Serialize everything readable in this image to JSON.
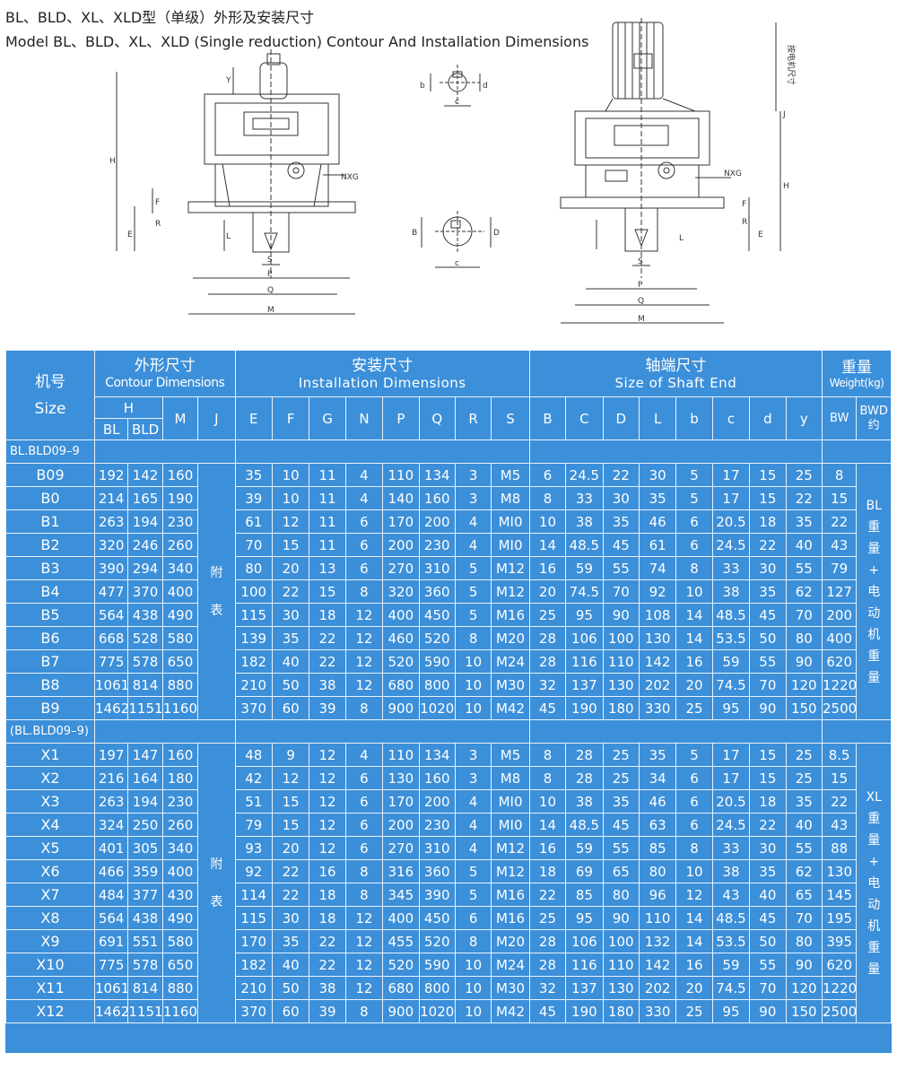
{
  "title_cn": "BL、BLD、XL、XLD型（单级）外形及安装尺寸",
  "title_en": "Model BL、BLD、XL、XLD (Single reduction) Contour And Installation Dimensions",
  "drawings": {
    "left": {
      "labels": {
        "H": "H",
        "Y": "Y",
        "F": "F",
        "R": "R",
        "E": "E",
        "L": "L",
        "S": "S",
        "P": "P",
        "Q": "Q",
        "M": "M",
        "NXG": "NXG"
      }
    },
    "shaft_top": {
      "labels": {
        "b": "b",
        "d": "d",
        "c": "c"
      }
    },
    "shaft_bottom": {
      "labels": {
        "B": "B",
        "D": "D",
        "c": "c"
      }
    },
    "right": {
      "labels": {
        "motor": "按电机尺寸",
        "J": "J",
        "H": "H",
        "NXG": "NXG",
        "R": "R",
        "E": "E",
        "F": "F",
        "L": "L",
        "S": "S",
        "P": "P",
        "Q": "Q",
        "M": "M"
      }
    }
  },
  "table": {
    "header": {
      "size_cn": "机号",
      "size_en": "Size",
      "contour_cn": "外形尺寸",
      "contour_en": "Contour Dimensions",
      "install_cn": "安装尺寸",
      "install_en": "Installation Dimensions",
      "shaft_cn": "轴端尺寸",
      "shaft_en": "Size of Shaft End",
      "weight_cn": "重量",
      "weight_en": "Weight(kg)",
      "H": "H",
      "BL": "BL",
      "BLD": "BLD",
      "M": "M",
      "J": "J",
      "install_cols": [
        "E",
        "F",
        "G",
        "N",
        "P",
        "Q",
        "R",
        "S"
      ],
      "shaft_cols": [
        "B",
        "C",
        "D",
        "L",
        "b",
        "c",
        "d",
        "y"
      ],
      "BW": "BW",
      "BWD_1": "BWD",
      "BWD_2": "约"
    },
    "section1_label": "BL.BLD09–9",
    "section2_label": "(BL.BLD09–9)",
    "j_note": [
      "附",
      "表"
    ],
    "side1": [
      "BL",
      "重",
      "量",
      "+",
      "电",
      "动",
      "机",
      "重",
      "量"
    ],
    "side2": [
      "XL",
      "重",
      "量",
      "+",
      "电",
      "动",
      "机",
      "重",
      "量"
    ],
    "rows1": [
      [
        "B09",
        "192",
        "142",
        "160",
        "35",
        "10",
        "11",
        "4",
        "110",
        "134",
        "3",
        "M5",
        "6",
        "24.5",
        "22",
        "30",
        "5",
        "17",
        "15",
        "25",
        "8"
      ],
      [
        "B0",
        "214",
        "165",
        "190",
        "39",
        "10",
        "11",
        "4",
        "140",
        "160",
        "3",
        "M8",
        "8",
        "33",
        "30",
        "35",
        "5",
        "17",
        "15",
        "22",
        "15"
      ],
      [
        "B1",
        "263",
        "194",
        "230",
        "61",
        "12",
        "11",
        "6",
        "170",
        "200",
        "4",
        "MI0",
        "10",
        "38",
        "35",
        "46",
        "6",
        "20.5",
        "18",
        "35",
        "22"
      ],
      [
        "B2",
        "320",
        "246",
        "260",
        "70",
        "15",
        "11",
        "6",
        "200",
        "230",
        "4",
        "MI0",
        "14",
        "48.5",
        "45",
        "61",
        "6",
        "24.5",
        "22",
        "40",
        "43"
      ],
      [
        "B3",
        "390",
        "294",
        "340",
        "80",
        "20",
        "13",
        "6",
        "270",
        "310",
        "5",
        "M12",
        "16",
        "59",
        "55",
        "74",
        "8",
        "33",
        "30",
        "55",
        "79"
      ],
      [
        "B4",
        "477",
        "370",
        "400",
        "100",
        "22",
        "15",
        "8",
        "320",
        "360",
        "5",
        "M12",
        "20",
        "74.5",
        "70",
        "92",
        "10",
        "38",
        "35",
        "62",
        "127"
      ],
      [
        "B5",
        "564",
        "438",
        "490",
        "115",
        "30",
        "18",
        "12",
        "400",
        "450",
        "5",
        "M16",
        "25",
        "95",
        "90",
        "108",
        "14",
        "48.5",
        "45",
        "70",
        "200"
      ],
      [
        "B6",
        "668",
        "528",
        "580",
        "139",
        "35",
        "22",
        "12",
        "460",
        "520",
        "8",
        "M20",
        "28",
        "106",
        "100",
        "130",
        "14",
        "53.5",
        "50",
        "80",
        "400"
      ],
      [
        "B7",
        "775",
        "578",
        "650",
        "182",
        "40",
        "22",
        "12",
        "520",
        "590",
        "10",
        "M24",
        "28",
        "116",
        "110",
        "142",
        "16",
        "59",
        "55",
        "90",
        "620"
      ],
      [
        "B8",
        "1061",
        "814",
        "880",
        "210",
        "50",
        "38",
        "12",
        "680",
        "800",
        "10",
        "M30",
        "32",
        "137",
        "130",
        "202",
        "20",
        "74.5",
        "70",
        "120",
        "1220"
      ],
      [
        "B9",
        "1462",
        "1151",
        "1160",
        "370",
        "60",
        "39",
        "8",
        "900",
        "1020",
        "10",
        "M42",
        "45",
        "190",
        "180",
        "330",
        "25",
        "95",
        "90",
        "150",
        "2500"
      ]
    ],
    "rows2": [
      [
        "X1",
        "197",
        "147",
        "160",
        "48",
        "9",
        "12",
        "4",
        "110",
        "134",
        "3",
        "M5",
        "8",
        "28",
        "25",
        "35",
        "5",
        "17",
        "15",
        "25",
        "8.5"
      ],
      [
        "X2",
        "216",
        "164",
        "180",
        "42",
        "12",
        "12",
        "6",
        "130",
        "160",
        "3",
        "M8",
        "8",
        "28",
        "25",
        "34",
        "6",
        "17",
        "15",
        "25",
        "15"
      ],
      [
        "X3",
        "263",
        "194",
        "230",
        "51",
        "15",
        "12",
        "6",
        "170",
        "200",
        "4",
        "MI0",
        "10",
        "38",
        "35",
        "46",
        "6",
        "20.5",
        "18",
        "35",
        "22"
      ],
      [
        "X4",
        "324",
        "250",
        "260",
        "79",
        "15",
        "12",
        "6",
        "200",
        "230",
        "4",
        "MI0",
        "14",
        "48.5",
        "45",
        "63",
        "6",
        "24.5",
        "22",
        "40",
        "43"
      ],
      [
        "X5",
        "401",
        "305",
        "340",
        "93",
        "20",
        "12",
        "6",
        "270",
        "310",
        "4",
        "M12",
        "16",
        "59",
        "55",
        "85",
        "8",
        "33",
        "30",
        "55",
        "88"
      ],
      [
        "X6",
        "466",
        "359",
        "400",
        "92",
        "22",
        "16",
        "8",
        "316",
        "360",
        "5",
        "M12",
        "18",
        "69",
        "65",
        "80",
        "10",
        "38",
        "35",
        "62",
        "130"
      ],
      [
        "X7",
        "484",
        "377",
        "430",
        "114",
        "22",
        "18",
        "8",
        "345",
        "390",
        "5",
        "M16",
        "22",
        "85",
        "80",
        "96",
        "12",
        "43",
        "40",
        "65",
        "145"
      ],
      [
        "X8",
        "564",
        "438",
        "490",
        "115",
        "30",
        "18",
        "12",
        "400",
        "450",
        "6",
        "M16",
        "25",
        "95",
        "90",
        "110",
        "14",
        "48.5",
        "45",
        "70",
        "195"
      ],
      [
        "X9",
        "691",
        "551",
        "580",
        "170",
        "35",
        "22",
        "12",
        "455",
        "520",
        "8",
        "M20",
        "28",
        "106",
        "100",
        "132",
        "14",
        "53.5",
        "50",
        "80",
        "395"
      ],
      [
        "X10",
        "775",
        "578",
        "650",
        "182",
        "40",
        "22",
        "12",
        "520",
        "590",
        "10",
        "M24",
        "28",
        "116",
        "110",
        "142",
        "16",
        "59",
        "55",
        "90",
        "620"
      ],
      [
        "X11",
        "1061",
        "814",
        "880",
        "210",
        "50",
        "38",
        "12",
        "680",
        "800",
        "10",
        "M30",
        "32",
        "137",
        "130",
        "202",
        "20",
        "74.5",
        "70",
        "120",
        "1220"
      ],
      [
        "X12",
        "1462",
        "1151",
        "1160",
        "370",
        "60",
        "39",
        "8",
        "900",
        "1020",
        "10",
        "M42",
        "45",
        "190",
        "180",
        "330",
        "25",
        "95",
        "90",
        "150",
        "2500"
      ]
    ],
    "colors": {
      "background": "#3c8fd9",
      "grid": "#e8f2fc",
      "text": "#ffffff"
    }
  }
}
